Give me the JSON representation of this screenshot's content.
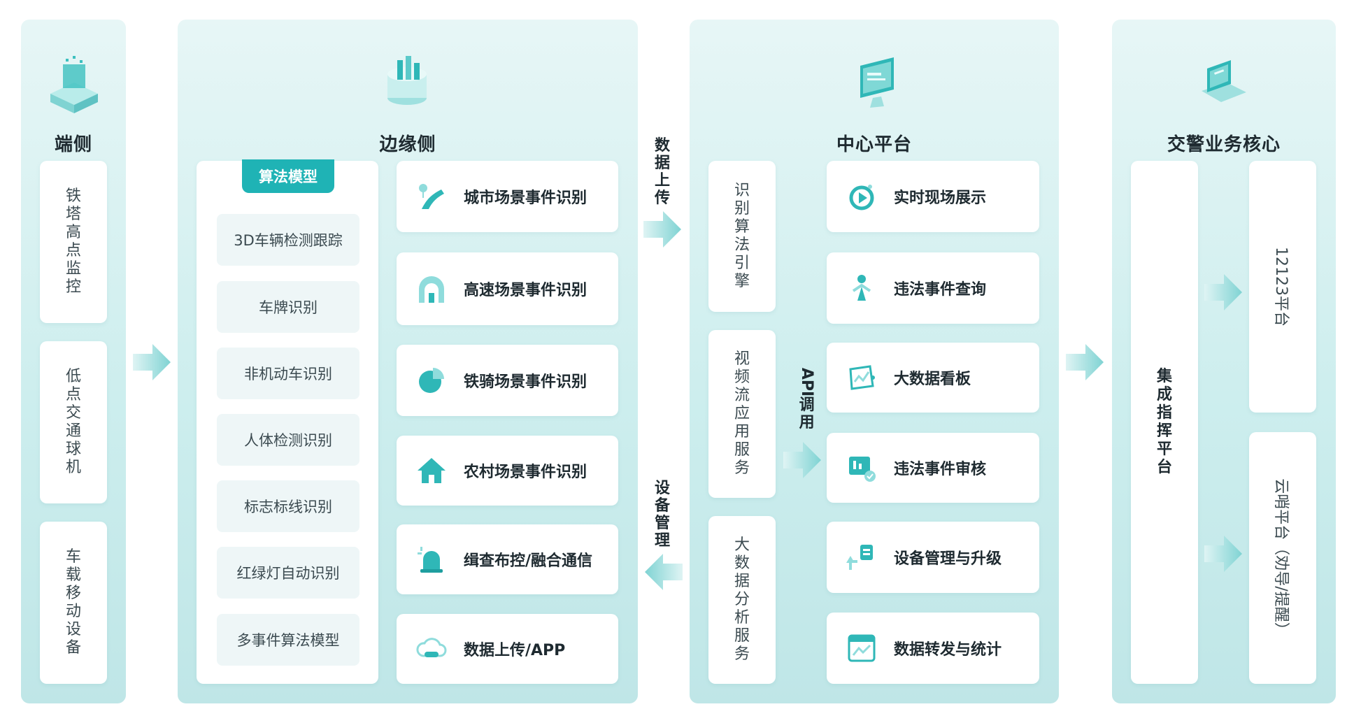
{
  "columns": {
    "terminal": {
      "title": "端侧",
      "icon": "device-box-icon",
      "items": [
        "铁塔高点监控",
        "低点交通球机",
        "车载移动设备"
      ]
    },
    "edge": {
      "title": "边缘侧",
      "icon": "edge-server-icon",
      "algo_badge": "算法模型",
      "algorithms": [
        "3D车辆检测跟踪",
        "车牌识别",
        "非机动车识别",
        "人体检测识别",
        "标志标线识别",
        "红绿灯自动识别",
        "多事件算法模型"
      ],
      "features": [
        {
          "label": "城市场景事件识别",
          "icon": "road-icon"
        },
        {
          "label": "高速场景事件识别",
          "icon": "tunnel-icon"
        },
        {
          "label": "铁骑场景事件识别",
          "icon": "pie-icon"
        },
        {
          "label": "农村场景事件识别",
          "icon": "house-icon"
        },
        {
          "label": "缉查布控/融合通信",
          "icon": "alarm-light-icon"
        },
        {
          "label": "数据上传/APP",
          "icon": "cloud-upload-icon"
        }
      ]
    },
    "center": {
      "title": "中心平台",
      "icon": "monitor-icon",
      "services": [
        "识别算法引擎",
        "视频流应用服务",
        "大数据分析服务"
      ],
      "features": [
        {
          "label": "实时现场展示",
          "icon": "live-icon"
        },
        {
          "label": "违法事件查询",
          "icon": "person-icon"
        },
        {
          "label": "大数据看板",
          "icon": "dashboard-icon"
        },
        {
          "label": "违法事件审核",
          "icon": "review-icon"
        },
        {
          "label": "设备管理与升级",
          "icon": "upgrade-icon"
        },
        {
          "label": "数据转发与统计",
          "icon": "stats-icon"
        }
      ]
    },
    "police": {
      "title": "交警业务核心",
      "icon": "laptop-icon",
      "command": "集成指挥平台",
      "platforms": [
        "12123平台",
        "云哨平台（劝导/提醒）"
      ]
    }
  },
  "connectors": {
    "upload": "数据上传",
    "device_mgmt": "设备管理",
    "api": "API调用"
  },
  "colors": {
    "accent": "#1fb3b5",
    "accent_light": "#8fdcdc",
    "panel": "#d3f0f0"
  }
}
